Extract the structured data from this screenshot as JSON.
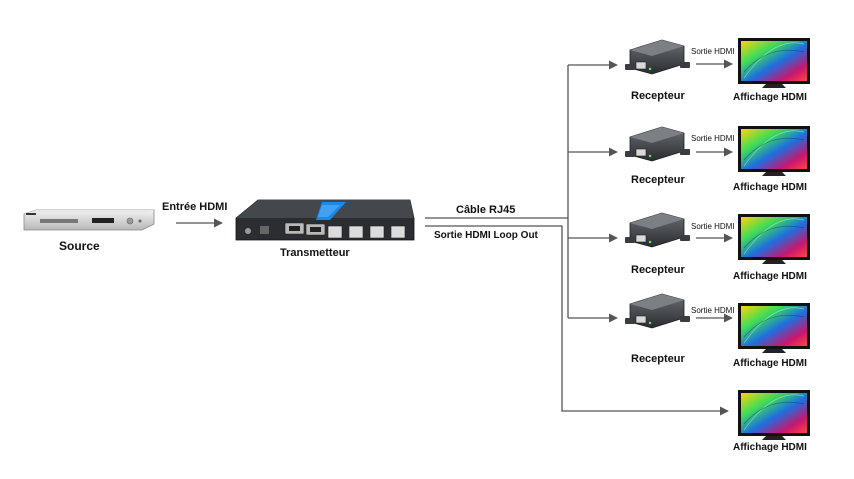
{
  "source": {
    "label": "Source"
  },
  "input": {
    "label": "Entrée HDMI"
  },
  "transmitter": {
    "label": "Transmetteur"
  },
  "cable": {
    "label": "Câble RJ45"
  },
  "loop_out": {
    "label": "Sortie HDMI Loop Out"
  },
  "receivers": [
    {
      "label": "Recepteur",
      "output_label": "Sortie HDMI",
      "display_label": "Affichage HDMI"
    },
    {
      "label": "Recepteur",
      "output_label": "Sortie HDMI",
      "display_label": "Affichage HDMI"
    },
    {
      "label": "Recepteur",
      "output_label": "Sortie HDMI",
      "display_label": "Affichage HDMI"
    },
    {
      "label": "Recepteur",
      "output_label": "Sortie HDMI",
      "display_label": "Affichage HDMI"
    }
  ],
  "loop_display": {
    "label": "Affichage HDMI"
  },
  "colors": {
    "line": "#555555",
    "device": "#2b2d30",
    "accent": "#1e88e5"
  }
}
